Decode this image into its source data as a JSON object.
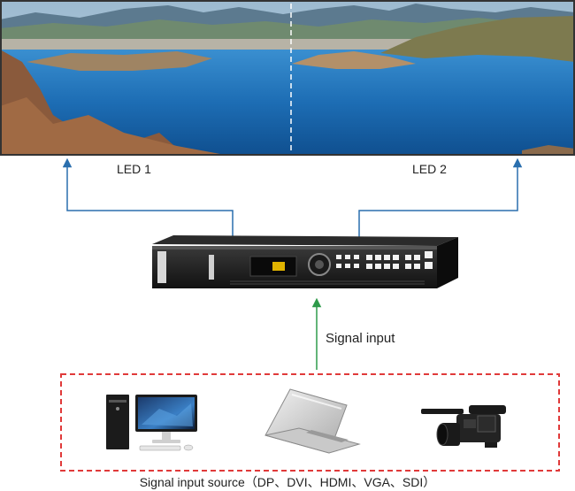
{
  "labels": {
    "led1": "LED 1",
    "led2": "LED 2",
    "signal_input": "Signal input",
    "signal_source": "Signal input source（DP、DVI、HDMI、VGA、SDI）"
  },
  "colors": {
    "output_line": "#2a6fae",
    "input_arrow": "#2e9a4a",
    "source_box": "#e03a3a",
    "sky": "#8fb3cc",
    "sea": "#1f6fb5"
  },
  "icons": [
    "desktop-computer-icon",
    "laptop-icon",
    "video-camera-icon"
  ]
}
